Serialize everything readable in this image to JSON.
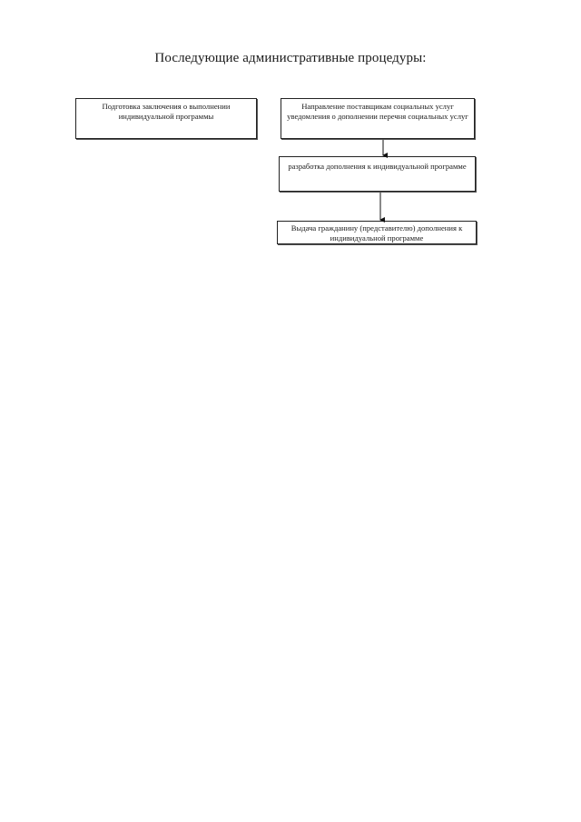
{
  "title": "Последующие административные процедуры:",
  "boxes": {
    "prep": "Подготовка  заключения о выполнении индивидуальной программы",
    "notify": "Направление  поставщикам социальных услуг уведомления о дополнении перечня социальных услуг",
    "develop": "разработка дополнения к  индивидуальной программе",
    "issue": "Выдача гражданину (представителю) дополнения к  индивидуальной программе"
  }
}
